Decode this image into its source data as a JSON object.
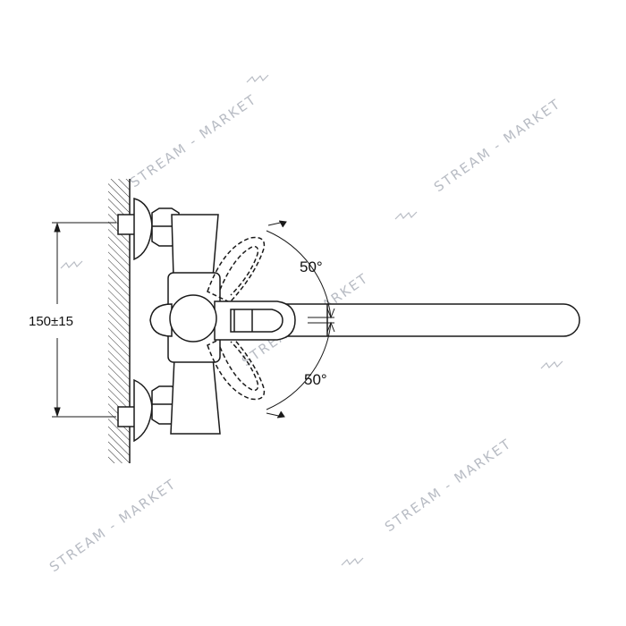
{
  "dimension": {
    "label": "150±15"
  },
  "angles": {
    "upper": "50°",
    "lower": "50°"
  },
  "watermark": {
    "text": "STREAM - MARKET"
  },
  "colors": {
    "line": "#1a1a1a",
    "watermark": "#b8bcc4",
    "background": "#ffffff"
  }
}
